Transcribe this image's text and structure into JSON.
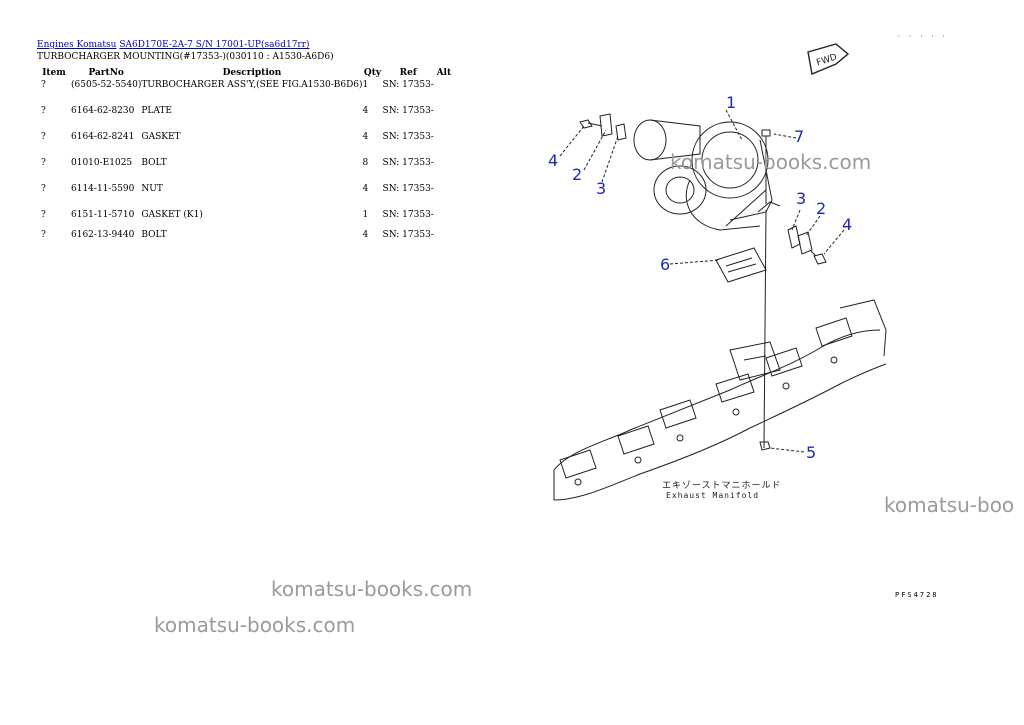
{
  "breadcrumb": {
    "link1": "Engines Komatsu",
    "link2": "SA6D170E-2A-7 S/N 17001-UP(sa6d17rr)"
  },
  "subtitle": "TURBOCHARGER MOUNTING(#17353-)(030110 : A1530-A6D6)",
  "table": {
    "headers": {
      "item": "Item",
      "partno": "PartNo",
      "description": "Description",
      "qty": "Qty",
      "ref": "Ref",
      "alt": "Alt"
    },
    "rows": [
      {
        "item": "?",
        "partno": "(6505-52-5540)",
        "description": "TURBOCHARGER ASS'Y,(SEE FIG.A1530-B6D6)",
        "qty": "1",
        "ref": "SN: 17353-",
        "alt": ""
      },
      {
        "item": "?",
        "partno": "6164-62-8230",
        "description": "PLATE",
        "qty": "4",
        "ref": "SN: 17353-",
        "alt": ""
      },
      {
        "item": "?",
        "partno": "6164-62-8241",
        "description": "GASKET",
        "qty": "4",
        "ref": "SN: 17353-",
        "alt": ""
      },
      {
        "item": "?",
        "partno": "01010-E1025",
        "description": "BOLT",
        "qty": "8",
        "ref": "SN: 17353-",
        "alt": ""
      },
      {
        "item": "?",
        "partno": "6114-11-5590",
        "description": "NUT",
        "qty": "4",
        "ref": "SN: 17353-",
        "alt": ""
      },
      {
        "item": "?",
        "partno": "6151-11-5710",
        "description": "GASKET (K1)",
        "qty": "1",
        "ref": "SN: 17353-",
        "alt": ""
      },
      {
        "item": "?",
        "partno": "6162-13-9440",
        "description": "BOLT",
        "qty": "4",
        "ref": "SN: 17353-",
        "alt": ""
      }
    ]
  },
  "watermarks": [
    "komatsu-books.com",
    "komatsu-boo",
    "komatsu-books.com",
    "komatsu-books.com"
  ],
  "diagram": {
    "fwd_label": "FWD",
    "manifold_jp": "エキゾーストマニホールド",
    "manifold_en": "Exhaust Manifold",
    "callouts": {
      "c1": "1",
      "c2a": "2",
      "c3a": "3",
      "c4a": "4",
      "c2b": "2",
      "c3b": "3",
      "c4b": "4",
      "c5": "5",
      "c6": "6",
      "c7": "7"
    },
    "figure_code": "PFS4728",
    "top_code": "· · · · ·"
  },
  "colors": {
    "link": "#0000cc",
    "callout": "#1a2bb0",
    "watermark": "#9a9a9a"
  }
}
